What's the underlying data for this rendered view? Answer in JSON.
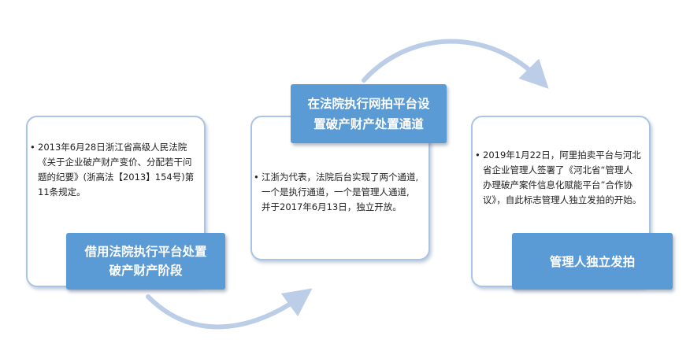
{
  "stages": [
    {
      "title": "借用法院执行平台处置破产财产阶段",
      "title_lines": [
        "借用法院执行平台处置",
        "破产财产阶段"
      ],
      "bullet_lines": [
        "2013年6月28日浙江省高级人民法院",
        "《关于企业破产财产变价、分配若干问",
        "题的纪要》(浙高法【2013】154号)第",
        "11条规定。"
      ]
    },
    {
      "title": "在法院执行网拍平台设置破产财产处置通道",
      "title_lines": [
        "在法院执行网拍平台设",
        "置破产财产处置通道"
      ],
      "bullet_lines": [
        "江浙为代表，法院后台实现了两个通道,",
        "一个是执行通道，一个是管理人通道,",
        "并于2017年6月13日，独立开放。"
      ]
    },
    {
      "title": "管理人独立发拍",
      "title_lines": [
        "管理人独立发拍"
      ],
      "bullet_lines": [
        "2019年1月22日，阿里拍卖平台与河北",
        "省企业管理人签署了《河北省“管理人",
        "办理破产案件信息化赋能平台”合作协",
        "议》，自此标志管理人独立发拍的开始。"
      ]
    }
  ],
  "bullet_symbol": "•",
  "colors": {
    "label_fill": "#5b9bd5",
    "card_border": "#a9c4e4",
    "arrow": "#bccde8"
  }
}
